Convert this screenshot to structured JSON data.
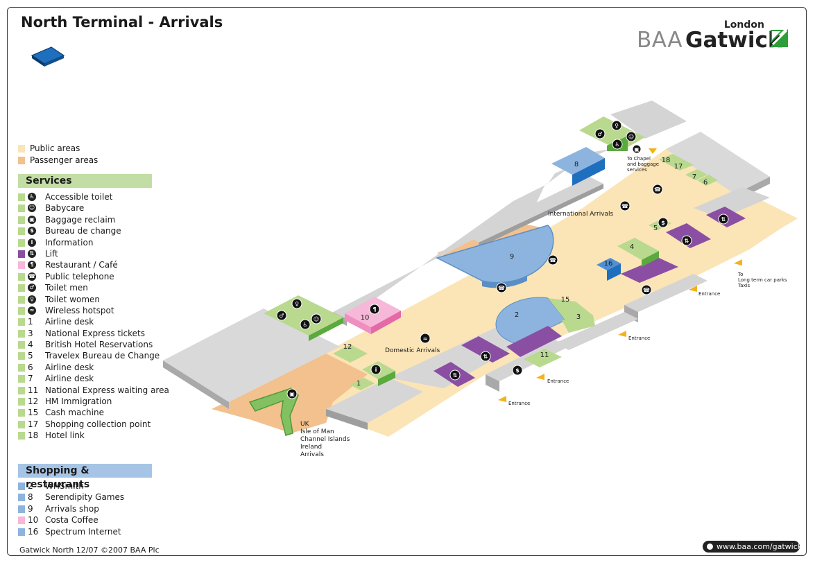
{
  "title": "North Terminal - Arrivals",
  "logo": {
    "city": "London",
    "brand": "BAA",
    "name": "Gatwick"
  },
  "colors": {
    "public_area": "#fbe4b6",
    "passenger_area": "#f2c18e",
    "services": "#b9d98f",
    "services_dark": "#5aaa3c",
    "shopping": "#8db4df",
    "shopping_dark": "#1f6fbf",
    "restaurant": "#f7b7d8",
    "lift": "#8a4fa3",
    "building": "#d7d7d7"
  },
  "areas": [
    {
      "label": "Public areas",
      "color": "#fbe4b6"
    },
    {
      "label": "Passenger areas",
      "color": "#f2c18e"
    }
  ],
  "services": {
    "header": "Services",
    "items": [
      {
        "icon": "accessible-toilet-icon",
        "glyph": "♿",
        "label": "Accessible toilet",
        "color": "#b9d98f"
      },
      {
        "icon": "babycare-icon",
        "glyph": "☺",
        "label": "Babycare",
        "color": "#b9d98f"
      },
      {
        "icon": "baggage-reclaim-icon",
        "glyph": "▣",
        "label": "Baggage reclaim",
        "color": "#b9d98f"
      },
      {
        "icon": "bureau-de-change-icon",
        "glyph": "$",
        "label": "Bureau de change",
        "color": "#b9d98f"
      },
      {
        "icon": "information-icon",
        "glyph": "i",
        "label": "Information",
        "color": "#b9d98f"
      },
      {
        "icon": "lift-icon",
        "glyph": "⇅",
        "label": "Lift",
        "color": "#8a4fa3"
      },
      {
        "icon": "restaurant-icon",
        "glyph": "¶",
        "label": "Restaurant / Café",
        "color": "#f7b7d8"
      },
      {
        "icon": "telephone-icon",
        "glyph": "☎",
        "label": "Public telephone",
        "color": "#b9d98f"
      },
      {
        "icon": "toilet-men-icon",
        "glyph": "♂",
        "label": "Toilet men",
        "color": "#b9d98f"
      },
      {
        "icon": "toilet-women-icon",
        "glyph": "♀",
        "label": "Toilet women",
        "color": "#b9d98f"
      },
      {
        "icon": "wireless-hotspot-icon",
        "glyph": "≈",
        "label": "Wireless hotspot",
        "color": "#b9d98f"
      },
      {
        "num": "1",
        "label": "Airline desk",
        "color": "#b9d98f"
      },
      {
        "num": "3",
        "label": "National Express tickets",
        "color": "#b9d98f"
      },
      {
        "num": "4",
        "label": "British Hotel Reservations",
        "color": "#b9d98f"
      },
      {
        "num": "5",
        "label": "Travelex Bureau de Change",
        "color": "#b9d98f"
      },
      {
        "num": "6",
        "label": "Airline desk",
        "color": "#b9d98f"
      },
      {
        "num": "7",
        "label": "Airline desk",
        "color": "#b9d98f"
      },
      {
        "num": "11",
        "label": "National Express waiting area",
        "color": "#b9d98f"
      },
      {
        "num": "12",
        "label": "HM Immigration",
        "color": "#b9d98f"
      },
      {
        "num": "15",
        "label": "Cash machine",
        "color": "#b9d98f"
      },
      {
        "num": "17",
        "label": "Shopping collection point",
        "color": "#b9d98f"
      },
      {
        "num": "18",
        "label": "Hotel link",
        "color": "#b9d98f"
      }
    ]
  },
  "shopping": {
    "header": "Shopping & restaurants",
    "items": [
      {
        "num": "2",
        "label": "WHSmith",
        "color": "#8db4df"
      },
      {
        "num": "8",
        "label": "Serendipity Games",
        "color": "#8db4df"
      },
      {
        "num": "9",
        "label": "Arrivals shop",
        "color": "#8db4df"
      },
      {
        "num": "10",
        "label": "Costa Coffee",
        "color": "#f7b7d8"
      },
      {
        "num": "16",
        "label": "Spectrum Internet",
        "color": "#8db4df"
      }
    ]
  },
  "map": {
    "international_arrivals": "International Arrivals",
    "domestic_arrivals": "Domestic Arrivals",
    "chapel": [
      "To Chapel",
      "and baggage",
      "services"
    ],
    "car_parks": [
      "To",
      "Long term car parks",
      "Taxis"
    ],
    "uk_arrivals": [
      "UK",
      "Isle of Man",
      "Channel Islands",
      "Ireland",
      "Arrivals"
    ],
    "entrance": "Entrance",
    "units": [
      "1",
      "2",
      "3",
      "4",
      "5",
      "6",
      "7",
      "8",
      "9",
      "10",
      "11",
      "12",
      "15",
      "16",
      "17",
      "18"
    ]
  },
  "footer": {
    "credit": "Gatwick North 12/07 ©2007 BAA Plc",
    "url": "www.baa.com/gatwick"
  }
}
